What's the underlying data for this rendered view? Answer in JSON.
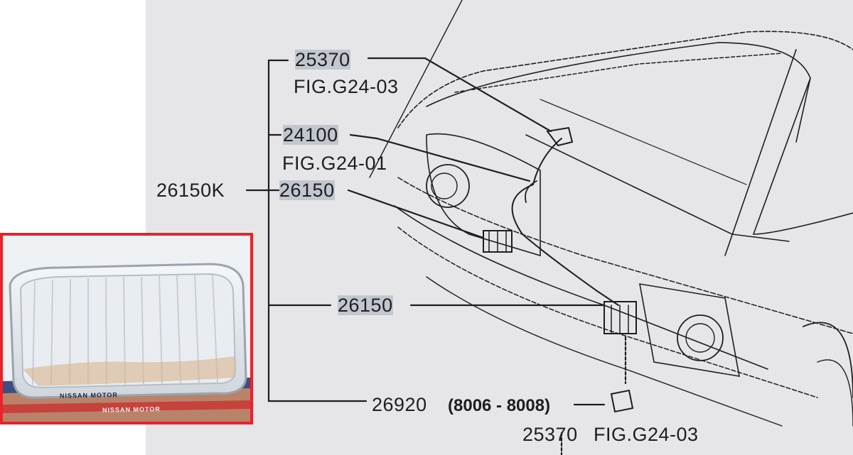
{
  "diagram": {
    "labels": {
      "part_25370_top": "25370",
      "fig_g24_03_top": "FIG.G24-03",
      "part_24100": "24100",
      "fig_g24_01": "FIG.G24-01",
      "part_26150k": "26150K",
      "part_26150_upper": "26150",
      "part_26150_lower": "26150",
      "part_26920": "26920",
      "range_note": "(8006 - 8008)",
      "part_25370_bottom": "25370",
      "fig_g24_03_bottom": "FIG.G24-03"
    }
  },
  "inset_photo": {
    "box_print": [
      "NISSAN MOTOR",
      "NISSAN MOTOR"
    ],
    "border_color": "#e8232b"
  },
  "colors": {
    "line": "#1e1e22",
    "panel": "#e6e6e8",
    "highlight": "#9aa3b0"
  }
}
